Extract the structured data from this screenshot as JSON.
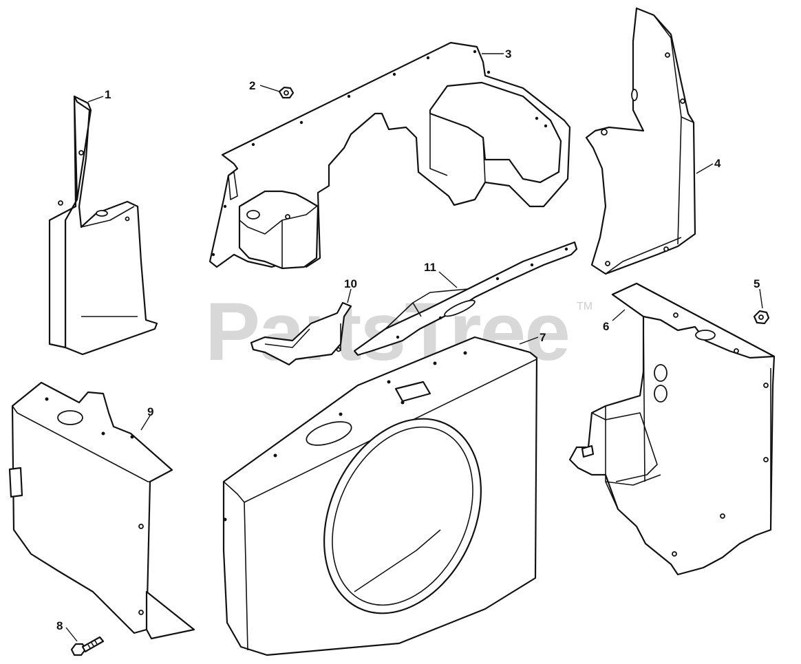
{
  "watermark": {
    "text": "PartsTree",
    "trademark": "TM"
  },
  "callouts": {
    "c1": "1",
    "c2": "2",
    "c3": "3",
    "c4": "4",
    "c5": "5",
    "c6": "6",
    "c7": "7",
    "c8": "8",
    "c9": "9",
    "c10": "10",
    "c11": "11"
  }
}
